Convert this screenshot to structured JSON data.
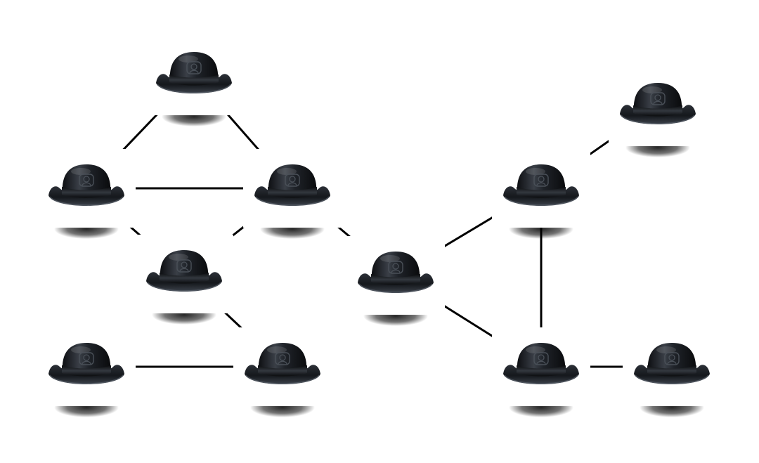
{
  "diagram": {
    "type": "network",
    "node_icon": "bowler-hat-icon",
    "background_color": "#ffffff",
    "edge_color": "#000000",
    "hat_color": "#1c1f24",
    "nodes": [
      {
        "id": "top-left-hub"
      },
      {
        "id": "left-middle"
      },
      {
        "id": "center-left"
      },
      {
        "id": "inner-left"
      },
      {
        "id": "bottom-left"
      },
      {
        "id": "bottom-center-left"
      },
      {
        "id": "center-hub"
      },
      {
        "id": "right-middle"
      },
      {
        "id": "top-right"
      },
      {
        "id": "bottom-right-middle"
      },
      {
        "id": "bottom-right"
      }
    ],
    "edges": [
      [
        "top-left-hub",
        "left-middle"
      ],
      [
        "top-left-hub",
        "center-left"
      ],
      [
        "left-middle",
        "center-left"
      ],
      [
        "left-middle",
        "inner-left"
      ],
      [
        "center-left",
        "inner-left"
      ],
      [
        "center-left",
        "center-hub"
      ],
      [
        "inner-left",
        "bottom-center-left"
      ],
      [
        "bottom-left",
        "bottom-center-left"
      ],
      [
        "center-hub",
        "right-middle"
      ],
      [
        "center-hub",
        "bottom-right-middle"
      ],
      [
        "right-middle",
        "top-right"
      ],
      [
        "right-middle",
        "bottom-right-middle"
      ],
      [
        "bottom-right-middle",
        "bottom-right"
      ]
    ]
  }
}
